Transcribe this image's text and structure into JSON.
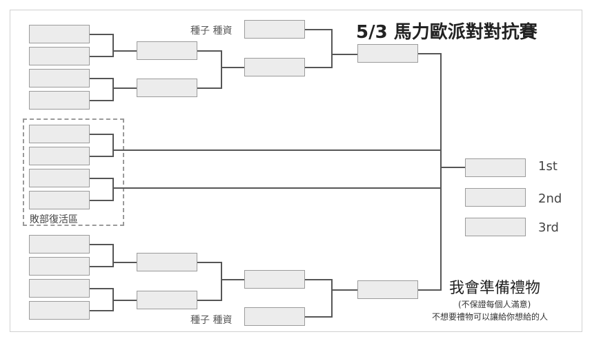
{
  "title": "5/3 馬力歐派對對抗賽",
  "seed_labels": {
    "top": "種子 種資",
    "bottom": "種子 種資"
  },
  "repechage_label": "敗部復活區",
  "ranks": {
    "first": "1st",
    "second": "2nd",
    "third": "3rd"
  },
  "gift_note": {
    "title": "我會準備禮物",
    "line1": "(不保證每個人滿意)",
    "line2": "不想要禮物可以讓給你想給的人"
  }
}
